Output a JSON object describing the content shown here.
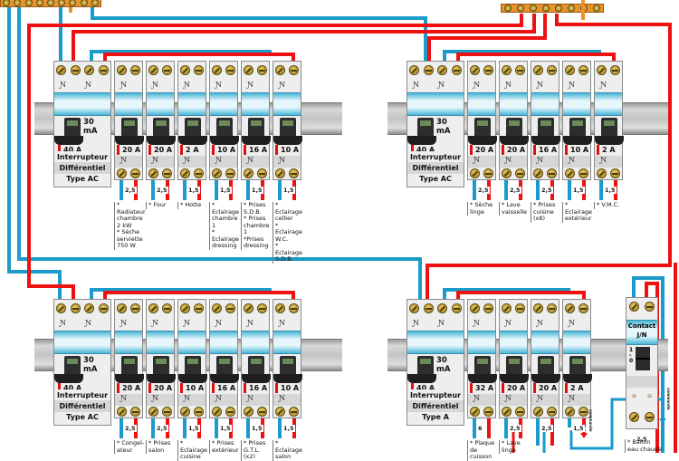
{
  "diagram": {
    "title": "Tableau électrique - schéma de câblage",
    "colors": {
      "neutral": "#1a9bc9",
      "phase": "#ee1111",
      "busbar": "#e8932e",
      "module_body": "#eeeeee"
    },
    "busbars": [
      {
        "name": "neutral-busbar",
        "position": "top-left"
      },
      {
        "name": "earth-busbar",
        "position": "top-right"
      }
    ],
    "rows": [
      {
        "differential": {
          "sensitivity": "30 mA",
          "rating": "40 A",
          "line1": "Interrupteur",
          "line2": "Différentiel",
          "type": "Type AC"
        },
        "breakers": [
          {
            "rating": "20 A",
            "section": "2,5",
            "label": "* Radiateur\nchambre\n2 kW\n* Sèche\nserviette\n750 W"
          },
          {
            "rating": "20 A",
            "section": "2,5",
            "label": "* Four"
          },
          {
            "rating": "2 A",
            "section": "1,5",
            "label": "* Hotte"
          },
          {
            "rating": "10 A",
            "section": "1,5",
            "label": "* Eclairage\nchambre 1\n* Eclairage\ndressing"
          },
          {
            "rating": "16 A",
            "section": "1,5",
            "label": "* Prises\nS.D.B.\n* Prises\nchambre 1\n*Prises\ndressing"
          },
          {
            "rating": "10 A",
            "section": "1,5",
            "label": "* Eclairage\ncellier\n* Eclairage\nW.C.\n* Eclairage\nS.D.B."
          }
        ]
      },
      {
        "differential": {
          "sensitivity": "30 mA",
          "rating": "40 A",
          "line1": "Interrupteur",
          "line2": "Différentiel",
          "type": "Type AC"
        },
        "breakers": [
          {
            "rating": "20 A",
            "section": "2,5",
            "label": "* Sèche\nlinge"
          },
          {
            "rating": "20 A",
            "section": "2,5",
            "label": "* Lave\nvaisselle"
          },
          {
            "rating": "16 A",
            "section": "2,5",
            "label": "* Prises\ncuisine\n(x8)"
          },
          {
            "rating": "10 A",
            "section": "1,5",
            "label": "* Eclairage\nextérieur"
          },
          {
            "rating": "2 A",
            "section": "1,5",
            "label": "* V.M.C."
          }
        ]
      },
      {
        "differential": {
          "sensitivity": "30 mA",
          "rating": "40 A",
          "line1": "Interrupteur",
          "line2": "Différentiel",
          "type": "Type AC"
        },
        "breakers": [
          {
            "rating": "20 A",
            "section": "2,5",
            "label": "* Congel-\nateur"
          },
          {
            "rating": "20 A",
            "section": "2,5",
            "label": "* Prises\nsalon"
          },
          {
            "rating": "10 A",
            "section": "1,5",
            "label": "* Eclairage\ncuisine"
          },
          {
            "rating": "16 A",
            "section": "1,5",
            "label": "* Prises\nextérieur"
          },
          {
            "rating": "16 A",
            "section": "1,5",
            "label": "* Prises\nG.T.L. (x2)"
          },
          {
            "rating": "10 A",
            "section": "1,5",
            "label": "* Eclairage\nsalon"
          }
        ]
      },
      {
        "differential": {
          "sensitivity": "30 mA",
          "rating": "40 A",
          "line1": "Interrupteur",
          "line2": "Différentiel",
          "type": "Type A"
        },
        "breakers": [
          {
            "rating": "32 A",
            "section": "6",
            "label": "* Plaque\nde cuisson"
          },
          {
            "rating": "20 A",
            "section": "2,5",
            "label": "* Lave\nlinge"
          },
          {
            "rating": "20 A",
            "section": "2,5",
            "label": ""
          },
          {
            "rating": "2 A",
            "section": "1,5",
            "label": ""
          }
        ]
      }
    ],
    "contactor": {
      "title_line1": "Contact",
      "title_line2": "J/N",
      "pos_on": "1",
      "pos_sep": "-",
      "pos_off": "0",
      "section": "2,5",
      "label": "* Ballon\neau chaude",
      "command_label_1": "commande",
      "command_label_2": "commande"
    },
    "symbol": "Ɲ"
  }
}
